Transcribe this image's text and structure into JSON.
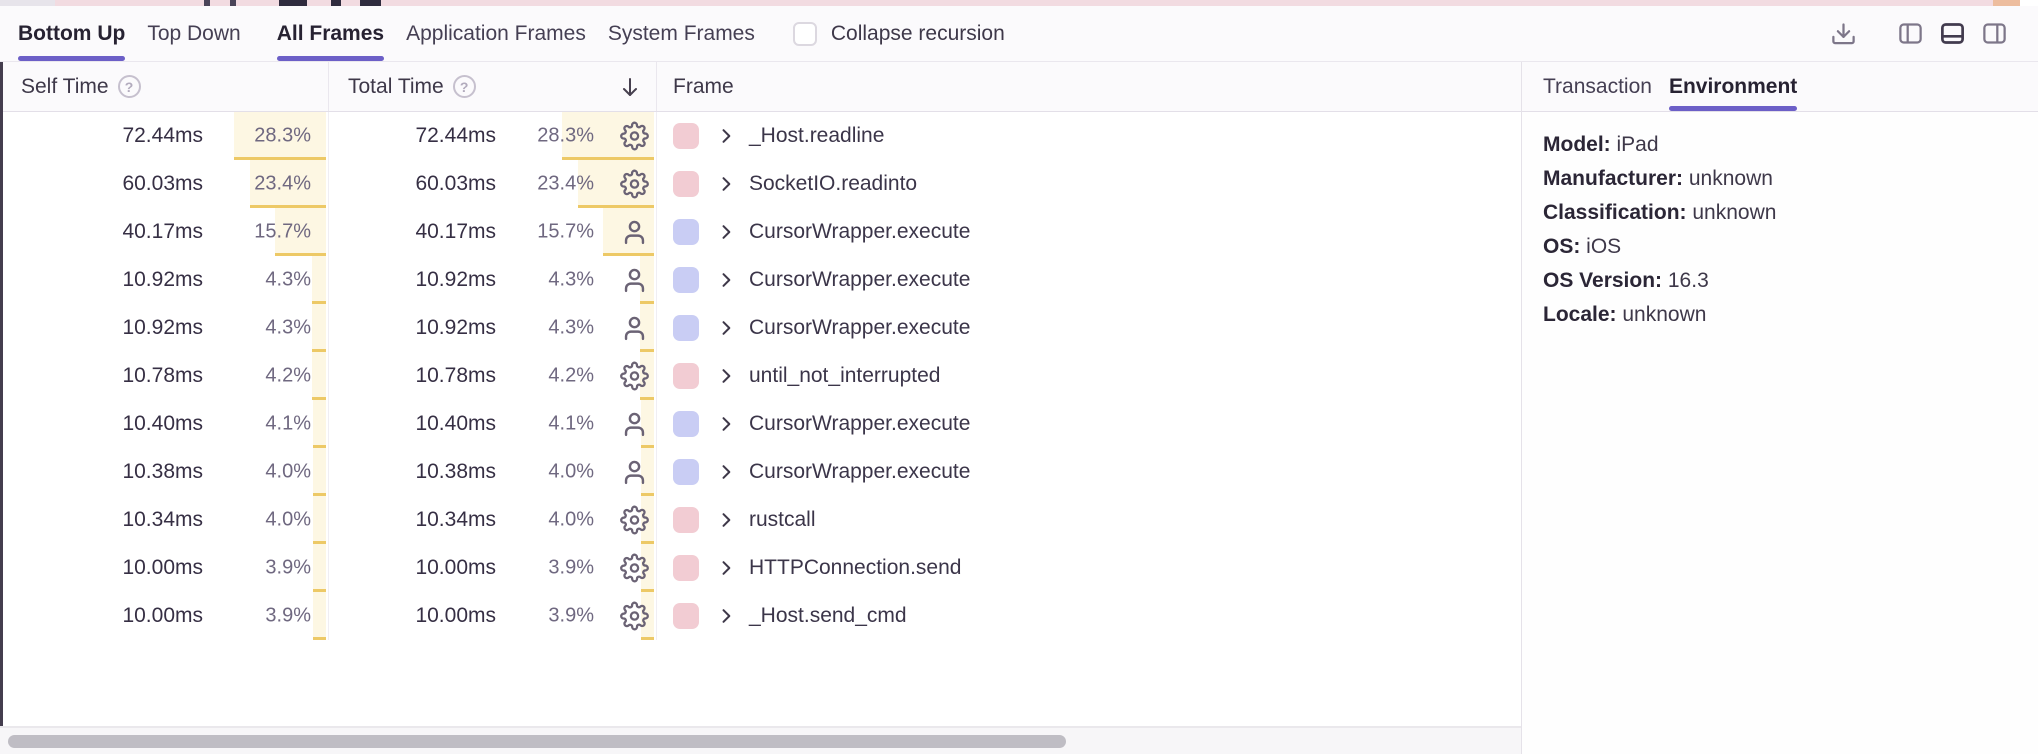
{
  "toolbar": {
    "view_tabs": [
      {
        "label": "Bottom Up",
        "active": true
      },
      {
        "label": "Top Down",
        "active": false
      }
    ],
    "frame_tabs": [
      {
        "label": "All Frames",
        "active": true
      },
      {
        "label": "Application Frames",
        "active": false
      },
      {
        "label": "System Frames",
        "active": false
      }
    ],
    "collapse_recursion_label": "Collapse recursion",
    "collapse_recursion_checked": false,
    "icons": [
      "download-icon",
      "layout-left-panel-icon",
      "layout-bottom-panel-icon",
      "layout-right-panel-icon"
    ],
    "active_layout_icon": "layout-bottom-panel-icon"
  },
  "table": {
    "columns": {
      "self_time": "Self Time",
      "total_time": "Total Time",
      "frame": "Frame"
    },
    "sort": {
      "column": "total_time",
      "direction": "desc"
    },
    "help_icon_glyph": "?",
    "rows": [
      {
        "self_ms": "72.44ms",
        "self_pct": "28.3%",
        "total_ms": "72.44ms",
        "total_pct": "28.3%",
        "pct_value": 28.3,
        "icon": "gear",
        "swatch": "pink",
        "frame": "_Host.readline"
      },
      {
        "self_ms": "60.03ms",
        "self_pct": "23.4%",
        "total_ms": "60.03ms",
        "total_pct": "23.4%",
        "pct_value": 23.4,
        "icon": "gear",
        "swatch": "pink",
        "frame": "SocketIO.readinto"
      },
      {
        "self_ms": "40.17ms",
        "self_pct": "15.7%",
        "total_ms": "40.17ms",
        "total_pct": "15.7%",
        "pct_value": 15.7,
        "icon": "user",
        "swatch": "blue",
        "frame": "CursorWrapper.execute"
      },
      {
        "self_ms": "10.92ms",
        "self_pct": "4.3%",
        "total_ms": "10.92ms",
        "total_pct": "4.3%",
        "pct_value": 4.3,
        "icon": "user",
        "swatch": "blue",
        "frame": "CursorWrapper.execute"
      },
      {
        "self_ms": "10.92ms",
        "self_pct": "4.3%",
        "total_ms": "10.92ms",
        "total_pct": "4.3%",
        "pct_value": 4.3,
        "icon": "user",
        "swatch": "blue",
        "frame": "CursorWrapper.execute"
      },
      {
        "self_ms": "10.78ms",
        "self_pct": "4.2%",
        "total_ms": "10.78ms",
        "total_pct": "4.2%",
        "pct_value": 4.2,
        "icon": "gear",
        "swatch": "pink",
        "frame": "until_not_interrupted"
      },
      {
        "self_ms": "10.40ms",
        "self_pct": "4.1%",
        "total_ms": "10.40ms",
        "total_pct": "4.1%",
        "pct_value": 4.1,
        "icon": "user",
        "swatch": "blue",
        "frame": "CursorWrapper.execute"
      },
      {
        "self_ms": "10.38ms",
        "self_pct": "4.0%",
        "total_ms": "10.38ms",
        "total_pct": "4.0%",
        "pct_value": 4.0,
        "icon": "user",
        "swatch": "blue",
        "frame": "CursorWrapper.execute"
      },
      {
        "self_ms": "10.34ms",
        "self_pct": "4.0%",
        "total_ms": "10.34ms",
        "total_pct": "4.0%",
        "pct_value": 4.0,
        "icon": "gear",
        "swatch": "pink",
        "frame": "rustcall"
      },
      {
        "self_ms": "10.00ms",
        "self_pct": "3.9%",
        "total_ms": "10.00ms",
        "total_pct": "3.9%",
        "pct_value": 3.9,
        "icon": "gear",
        "swatch": "pink",
        "frame": "HTTPConnection.send"
      },
      {
        "self_ms": "10.00ms",
        "self_pct": "3.9%",
        "total_ms": "10.00ms",
        "total_pct": "3.9%",
        "pct_value": 3.9,
        "icon": "gear",
        "swatch": "pink",
        "frame": "_Host.send_cmd"
      }
    ]
  },
  "details_panel": {
    "tabs": [
      {
        "label": "Transaction",
        "active": false
      },
      {
        "label": "Environment",
        "active": true
      }
    ],
    "fields": [
      {
        "label": "Model:",
        "value": "iPad"
      },
      {
        "label": "Manufacturer:",
        "value": "unknown"
      },
      {
        "label": "Classification:",
        "value": "unknown"
      },
      {
        "label": "OS:",
        "value": "iOS"
      },
      {
        "label": "OS Version:",
        "value": "16.3"
      },
      {
        "label": "Locale:",
        "value": "unknown"
      }
    ]
  },
  "colors": {
    "accent": "#6c5fc7",
    "frame_swatch_pink": "#f2ccd3",
    "frame_swatch_blue": "#c9cdf4",
    "percent_bar_fill": "#fdf7e3",
    "percent_bar_edge": "#edc966",
    "minimap_pink": "#f2dbe1"
  }
}
